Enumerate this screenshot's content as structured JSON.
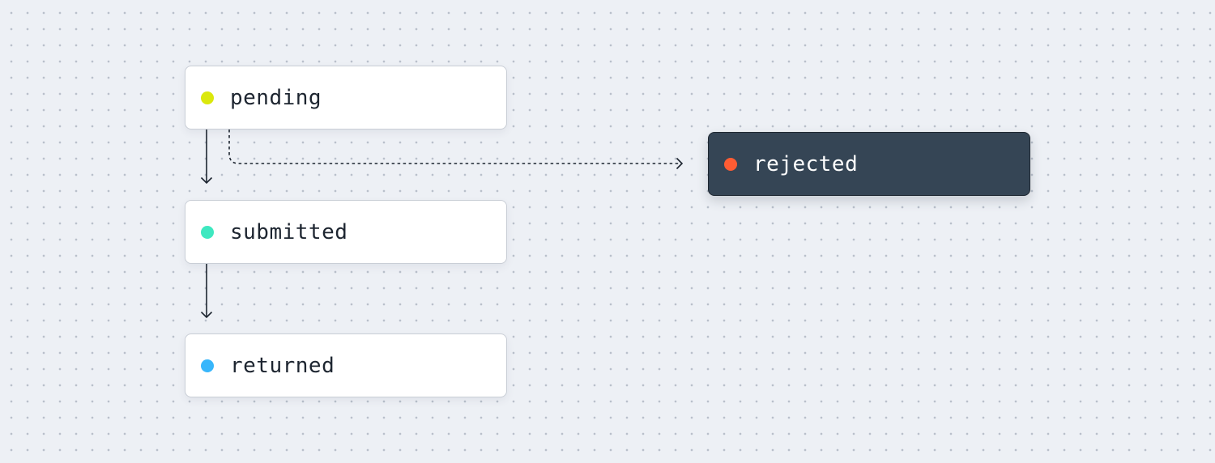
{
  "diagram": {
    "type": "state-flow",
    "nodes": [
      {
        "id": "pending",
        "label": "pending",
        "color": "#dbe80c",
        "theme": "light"
      },
      {
        "id": "submitted",
        "label": "submitted",
        "color": "#3ee8c0",
        "theme": "light"
      },
      {
        "id": "returned",
        "label": "returned",
        "color": "#38b6fb",
        "theme": "light"
      },
      {
        "id": "rejected",
        "label": "rejected",
        "color": "#ff5c33",
        "theme": "dark"
      }
    ],
    "edges": [
      {
        "from": "pending",
        "to": "submitted",
        "style": "solid"
      },
      {
        "from": "submitted",
        "to": "returned",
        "style": "solid"
      },
      {
        "from": "pending",
        "to": "rejected",
        "style": "dashed"
      }
    ]
  }
}
